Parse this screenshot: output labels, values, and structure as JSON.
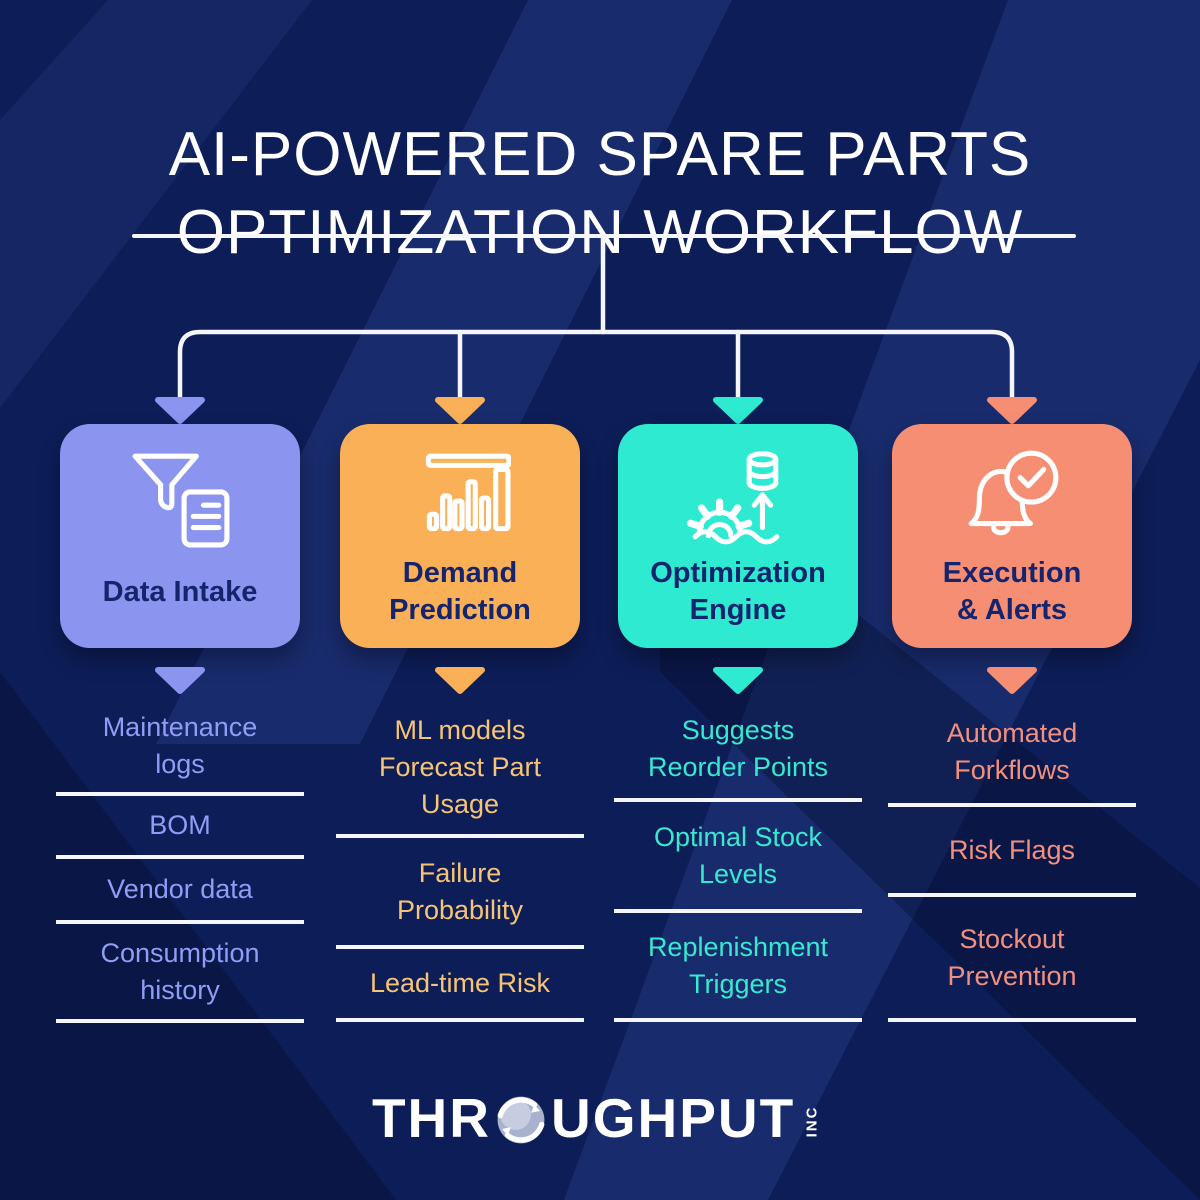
{
  "title": "AI-POWERED SPARE PARTS\nOPTIMIZATION WORKFLOW",
  "columns": [
    {
      "label": "Data Intake",
      "icon": "funnel-document-icon",
      "color": "#8b95f0",
      "text_color": "#8f9df5",
      "items": [
        "Maintenance\nlogs",
        "BOM",
        "Vendor data",
        "Consumption\nhistory"
      ]
    },
    {
      "label": "Demand\nPrediction",
      "icon": "bar-chart-icon",
      "color": "#f9b057",
      "text_color": "#f6c475",
      "items": [
        "ML models\nForecast Part\nUsage",
        "Failure\nProbability",
        "Lead-time Risk"
      ]
    },
    {
      "label": "Optimization\nEngine",
      "icon": "gear-database-icon",
      "color": "#2eead0",
      "text_color": "#36e9cf",
      "items": [
        "Suggests\nReorder Points",
        "Optimal Stock\nLevels",
        "Replenishment\nTriggers"
      ]
    },
    {
      "label": "Execution\n& Alerts",
      "icon": "bell-check-icon",
      "color": "#f68e74",
      "text_color": "#f1907e",
      "items": [
        "Automated\nForkflows",
        "Risk Flags",
        "Stockout\nPrevention"
      ]
    }
  ],
  "footer": {
    "brand_left": "THR",
    "brand_right": "UGHPUT",
    "brand_suffix": "INC"
  },
  "colors": {
    "background": "#0d1d57",
    "line": "#f4f6fb",
    "box_label": "#14246d",
    "title": "#ffffff"
  }
}
